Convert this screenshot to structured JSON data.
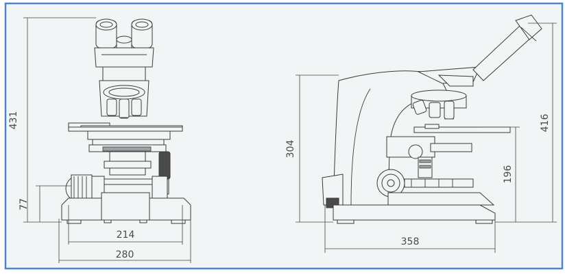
{
  "colors": {
    "background": "#f2f5f5",
    "border": "#4a86c8",
    "line": "#3a3a3a"
  },
  "front_view": {
    "height_label": "431",
    "knob_height_label": "77",
    "inner_width_label": "214",
    "outer_width_label": "280"
  },
  "side_view": {
    "total_height_label": "416",
    "arm_height_label": "304",
    "stage_height_label": "196",
    "depth_label": "358"
  }
}
